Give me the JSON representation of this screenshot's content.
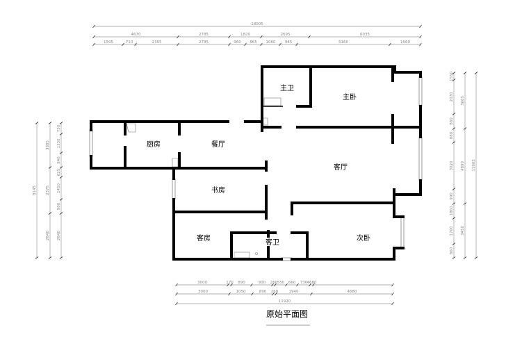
{
  "title": "原始平面图",
  "rooms": {
    "master_bath": "主卫",
    "master_bedroom": "主卧",
    "kitchen": "厨房",
    "dining": "餐厅",
    "living": "客厅",
    "study": "书房",
    "guest_room": "客房",
    "guest_bath": "客卫",
    "second_bedroom": "次卧"
  },
  "dimensions": {
    "top": {
      "overall": [
        "18005"
      ],
      "row2": [
        "4670",
        "2785",
        "1820",
        "2695",
        "6035"
      ],
      "row3": [
        "1595",
        "710",
        "2365",
        "2785",
        "960",
        "865",
        "1060",
        "945",
        "5160",
        "1560"
      ]
    },
    "bottom": {
      "row1": [
        "3000",
        "170",
        "890",
        "900",
        "260",
        "550",
        "660",
        "730",
        "4680"
      ],
      "row2": [
        "3000",
        "1050",
        "890",
        "260",
        "1940",
        "4680"
      ],
      "overall": [
        "11920"
      ]
    },
    "left": {
      "overall": [
        "8145"
      ],
      "row2": [
        "3885",
        "2375",
        "2840"
      ],
      "row3": [
        "730",
        "1330",
        "840",
        "625",
        "1450",
        "900",
        "2840"
      ]
    },
    "right": {
      "row1": [
        "1550",
        "2030",
        "880",
        "880",
        "3020",
        "990",
        "1860",
        "1700",
        "860"
      ],
      "row2": [
        "3665",
        "4890",
        "3450"
      ],
      "overall": [
        "11905"
      ]
    }
  }
}
